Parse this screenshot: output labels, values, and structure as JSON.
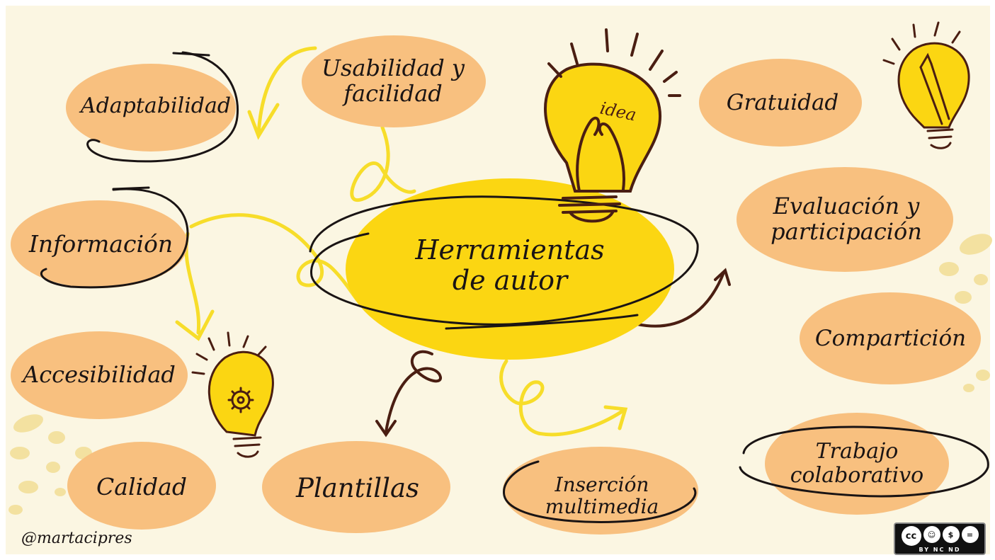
{
  "diagram": {
    "center": "Herramientas\nde autor",
    "nodes": {
      "usabilidad": "Usabilidad y\nfacilidad",
      "adaptabilidad": "Adaptabilidad",
      "informacion": "Información",
      "accesibilidad": "Accesibilidad",
      "calidad": "Calidad",
      "plantillas": "Plantillas",
      "insercion": "Inserción\nmultimedia",
      "gratuidad": "Gratuidad",
      "evaluacion": "Evaluación y\nparticipación",
      "comparticion": "Compartición",
      "trabajo": "Trabajo\ncolaborativo"
    },
    "bulb_label": "idea",
    "author_handle": "@martacipres",
    "license": {
      "cc": "cc",
      "by": "BY",
      "nc": "NC",
      "nd": "ND",
      "text": "BY  NC  ND"
    },
    "colors": {
      "background": "#fbf6e2",
      "bubble": "#f8c07f",
      "center": "#fbd612",
      "accent": "#f7dd2a",
      "ink": "#1a1414",
      "arrow": "#4a1e12"
    }
  }
}
